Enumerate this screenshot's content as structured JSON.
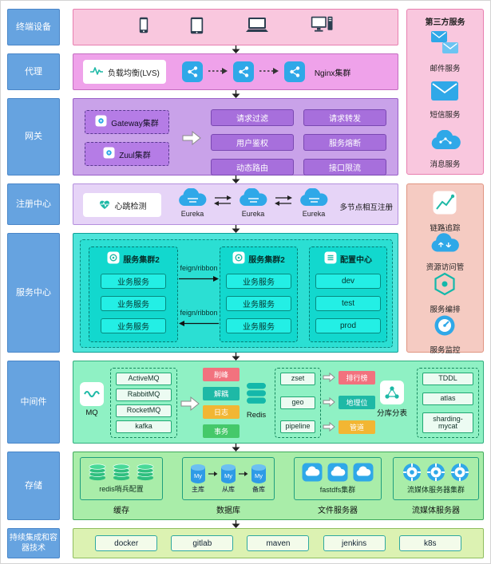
{
  "sidebar": {
    "terminal": "终端设备",
    "proxy": "代理",
    "gateway": "网关",
    "registry": "注册中心",
    "service": "服务中心",
    "middleware": "中间件",
    "storage": "存储",
    "ci": "持续集成和容器技术"
  },
  "proxy": {
    "lvs": "负载均衡(LVS)",
    "nginx": "Nginx集群"
  },
  "gateway": {
    "gateway_cluster": "Gateway集群",
    "zuul_cluster": "Zuul集群",
    "features": [
      "请求过滤",
      "请求转发",
      "用户鉴权",
      "服务熔断",
      "动态路由",
      "接口限流"
    ]
  },
  "registry": {
    "heartbeat": "心跳检测",
    "nodes": [
      "Eureka",
      "Eureka",
      "Eureka"
    ],
    "note": "多节点相互注册"
  },
  "service": {
    "cluster1": {
      "title": "服务集群2",
      "services": [
        "业务服务",
        "业务服务",
        "业务服务"
      ]
    },
    "cluster2": {
      "title": "服务集群2",
      "services": [
        "业务服务",
        "业务服务",
        "业务服务"
      ]
    },
    "config": {
      "title": "配置中心",
      "envs": [
        "dev",
        "test",
        "prod"
      ]
    },
    "link_top": "feign/ribbon",
    "link_bottom": "feign/ribbon"
  },
  "middleware": {
    "mq_label": "MQ",
    "mq_items": [
      "ActiveMQ",
      "RabbitMQ",
      "RocketMQ",
      "kafka"
    ],
    "mq_effects": [
      {
        "label": "削峰",
        "color": "#f2727e"
      },
      {
        "label": "解耦",
        "color": "#1eb9a6"
      },
      {
        "label": "日志",
        "color": "#f2b633"
      },
      {
        "label": "事务",
        "color": "#45c96a"
      }
    ],
    "redis_label": "Redis",
    "redis_items": [
      "zset",
      "geo",
      "pipeline"
    ],
    "redis_results": [
      {
        "label": "排行榜",
        "color": "#f2727e"
      },
      {
        "label": "地理位",
        "color": "#1eb9a6"
      },
      {
        "label": "管道",
        "color": "#f2b633"
      }
    ],
    "sharding_label": "分库分表",
    "sharding_items": [
      "TDDL",
      "atlas",
      "sharding-mycat"
    ]
  },
  "storage": {
    "cache": {
      "caption": "redis哨兵配置",
      "footer": "缓存"
    },
    "database": {
      "icon_label": "My",
      "nodes": [
        "主库",
        "从库",
        "备库"
      ],
      "footer": "数据库"
    },
    "files": {
      "caption": "fastdfs集群",
      "footer": "文件服务器"
    },
    "stream": {
      "caption": "流媒体服务器集群",
      "footer": "流媒体服务器"
    }
  },
  "ci": {
    "items": [
      "docker",
      "gitlab",
      "maven",
      "jenkins",
      "k8s"
    ]
  },
  "right": {
    "third_party": {
      "title": "第三方服务",
      "items": [
        "邮件服务",
        "短信服务",
        "消息服务"
      ]
    },
    "ops": {
      "items": [
        "链路追踪",
        "资源访问管",
        "服务编排",
        "服务监控"
      ]
    }
  },
  "colors": {
    "accent_blue": "#2FA8E8",
    "accent_teal": "#1eb9a6"
  }
}
